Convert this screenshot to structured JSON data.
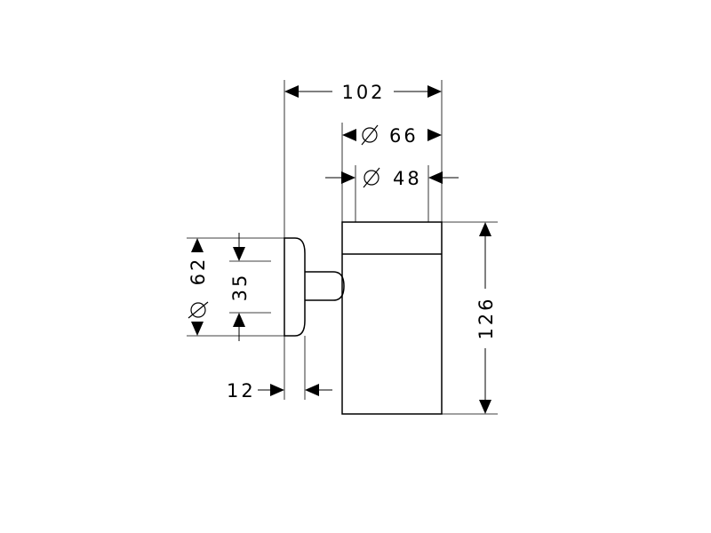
{
  "dimensions": {
    "overall_depth": "102",
    "cup_outer_diameter": "66",
    "cup_inner_diameter": "48",
    "height": "126",
    "rosette_diameter": "62",
    "arm_diameter": "35",
    "rosette_thickness": "12"
  }
}
